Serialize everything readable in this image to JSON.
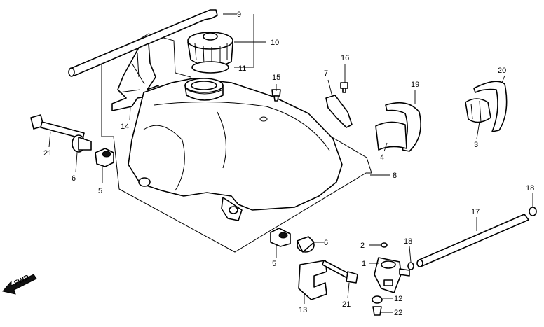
{
  "diagram": {
    "direction_label": "FWD",
    "callouts": {
      "c9": "9",
      "c10": "10",
      "c11": "11",
      "c15": "15",
      "c16": "16",
      "c7": "7",
      "c19": "19",
      "c20": "20",
      "c14": "14",
      "c21a": "21",
      "c6a": "6",
      "c5a": "5",
      "c8": "8",
      "c4": "4",
      "c3": "3",
      "c18a": "18",
      "c17": "17",
      "c2": "2",
      "c18b": "18",
      "c1": "1",
      "c6b": "6",
      "c5b": "5",
      "c21b": "21",
      "c12": "12",
      "c22": "22",
      "c13": "13"
    }
  }
}
